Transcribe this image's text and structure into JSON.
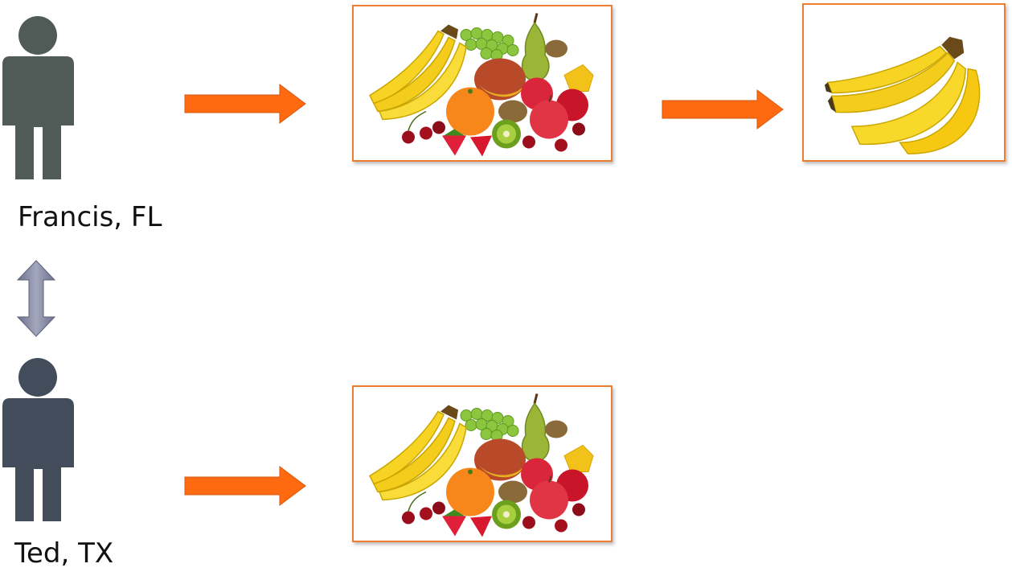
{
  "people": [
    {
      "id": "francis",
      "name": "Francis, FL",
      "color": "#505a56"
    },
    {
      "id": "ted",
      "name": "Ted, TX",
      "color": "#434c5a"
    }
  ],
  "images": {
    "fruit_assortment": "fruit-assortment-image",
    "bananas": "banana-bunch-image"
  },
  "colors": {
    "arrow": "#ff6a10",
    "frame_border": "#ed7d31",
    "connector": "#8a8fa8"
  }
}
